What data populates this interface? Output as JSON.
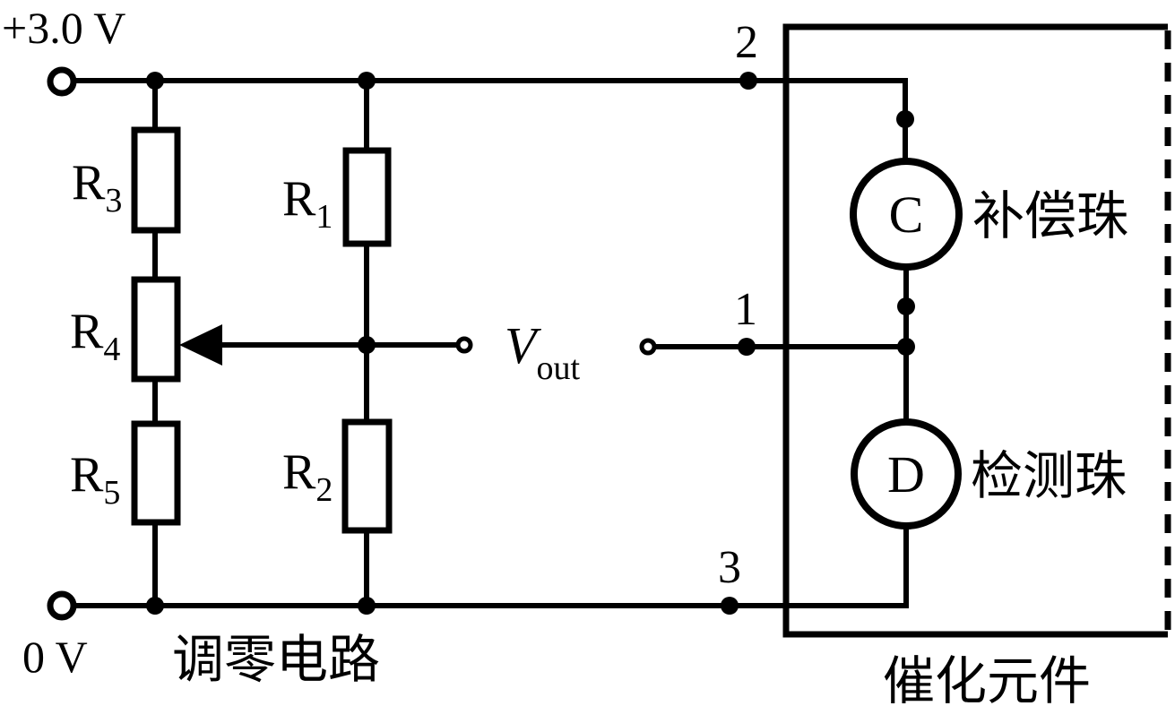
{
  "colors": {
    "ink": "#000000",
    "background": "#ffffff"
  },
  "power": {
    "vplus": "+3.0 V",
    "vzero": "0 V"
  },
  "resistors": {
    "r1": {
      "base": "R",
      "sub": "1"
    },
    "r2": {
      "base": "R",
      "sub": "2"
    },
    "r3": {
      "base": "R",
      "sub": "3"
    },
    "r4": {
      "base": "R",
      "sub": "4"
    },
    "r5": {
      "base": "R",
      "sub": "5"
    }
  },
  "output": {
    "base": "V",
    "sub": "out"
  },
  "terminals": {
    "t1": "1",
    "t2": "2",
    "t3": "3"
  },
  "beads": {
    "compensation": {
      "symbol": "C",
      "label": "补偿珠"
    },
    "detection": {
      "symbol": "D",
      "label": "检测珠"
    }
  },
  "captions": {
    "bridge": "调零电路",
    "catalytic": "催化元件"
  }
}
